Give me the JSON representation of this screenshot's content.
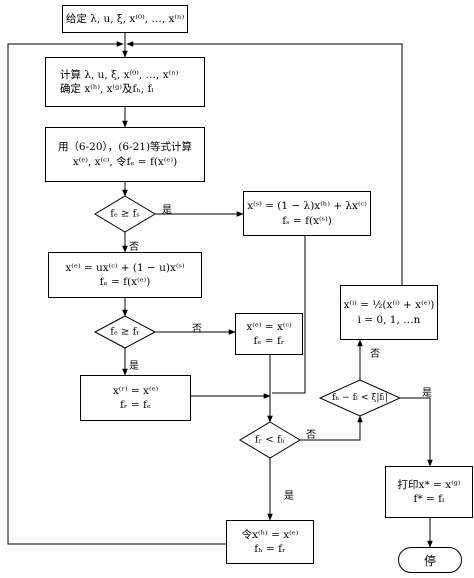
{
  "flowchart": {
    "start_box": "给定   λ, u, ξ, x⁽⁰⁾, …, x⁽ⁿ⁾",
    "compute_box": {
      "line1": "计算  λ, u, ξ, x⁽⁰⁾, …, x⁽ⁿ⁾",
      "line2": "确定  x⁽ʰ⁾, x⁽ᵍ⁾及fₕ, fₗ"
    },
    "equations_box": {
      "line1": "用（6-20），(6-21)等式计算",
      "line2": "x⁽ᵉ⁾, x⁽ᶜ⁾, 令fₑ = f(x⁽ᵉ⁾)"
    },
    "decision1": "fₑ ≥ fₛ",
    "contract_outer_box": {
      "line1": "x⁽ˢ⁾ = (1 − λ)x⁽ʰ⁾ + λx⁽ᶜ⁾",
      "line2": "fₛ = f(x⁽ˢ⁾)"
    },
    "expand_box": {
      "line1": "x⁽ᵉ⁾ = ux⁽ᶜ⁾ + (1 − u)x⁽ˢ⁾",
      "line2": "fₑ = f(x⁽ᵉ⁾)"
    },
    "decision2": "fₑ ≥ fᵣ",
    "replace_r_box": {
      "line1": "x⁽ᵉ⁾ = x⁽ᶜ⁾",
      "line2": "fₑ = fᵣ"
    },
    "replace_e_box": {
      "line1": "x⁽ʳ⁾ = x⁽ᵉ⁾",
      "line2": "fᵣ = fₑ"
    },
    "decision3": "fᵣ < fₕ",
    "reset_box": {
      "line1": "令x⁽ʰ⁾ = x⁽ᵉ⁾",
      "line2": "fₕ = fᵣ"
    },
    "shrink_box": {
      "line1": "x⁽ⁱ⁾ = ½(x⁽ⁱ⁾ + x⁽ᵉ⁾)",
      "line2": "i = 0, 1, …n"
    },
    "decision4": "fₕ − fₗ < ξ|fₗ|",
    "print_box": {
      "line1": "打印x* = x⁽ᵍ⁾",
      "line2": "f* = fₗ"
    },
    "stop": "停",
    "labels": {
      "yes": "是",
      "no": "否"
    }
  }
}
